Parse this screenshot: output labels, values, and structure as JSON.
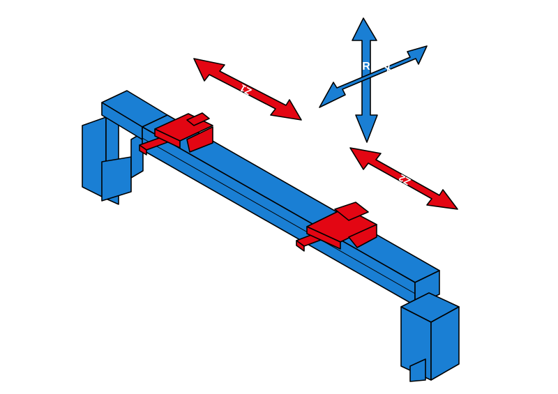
{
  "colors": {
    "frame": "#1a7fd4",
    "stop": "#e30613",
    "outline": "#000000",
    "label": "#ffffff",
    "background": "#ffffff"
  },
  "axes": {
    "r_label": "R",
    "x_label": "X",
    "z1_label": "Z1",
    "z2_label": "Z2"
  }
}
